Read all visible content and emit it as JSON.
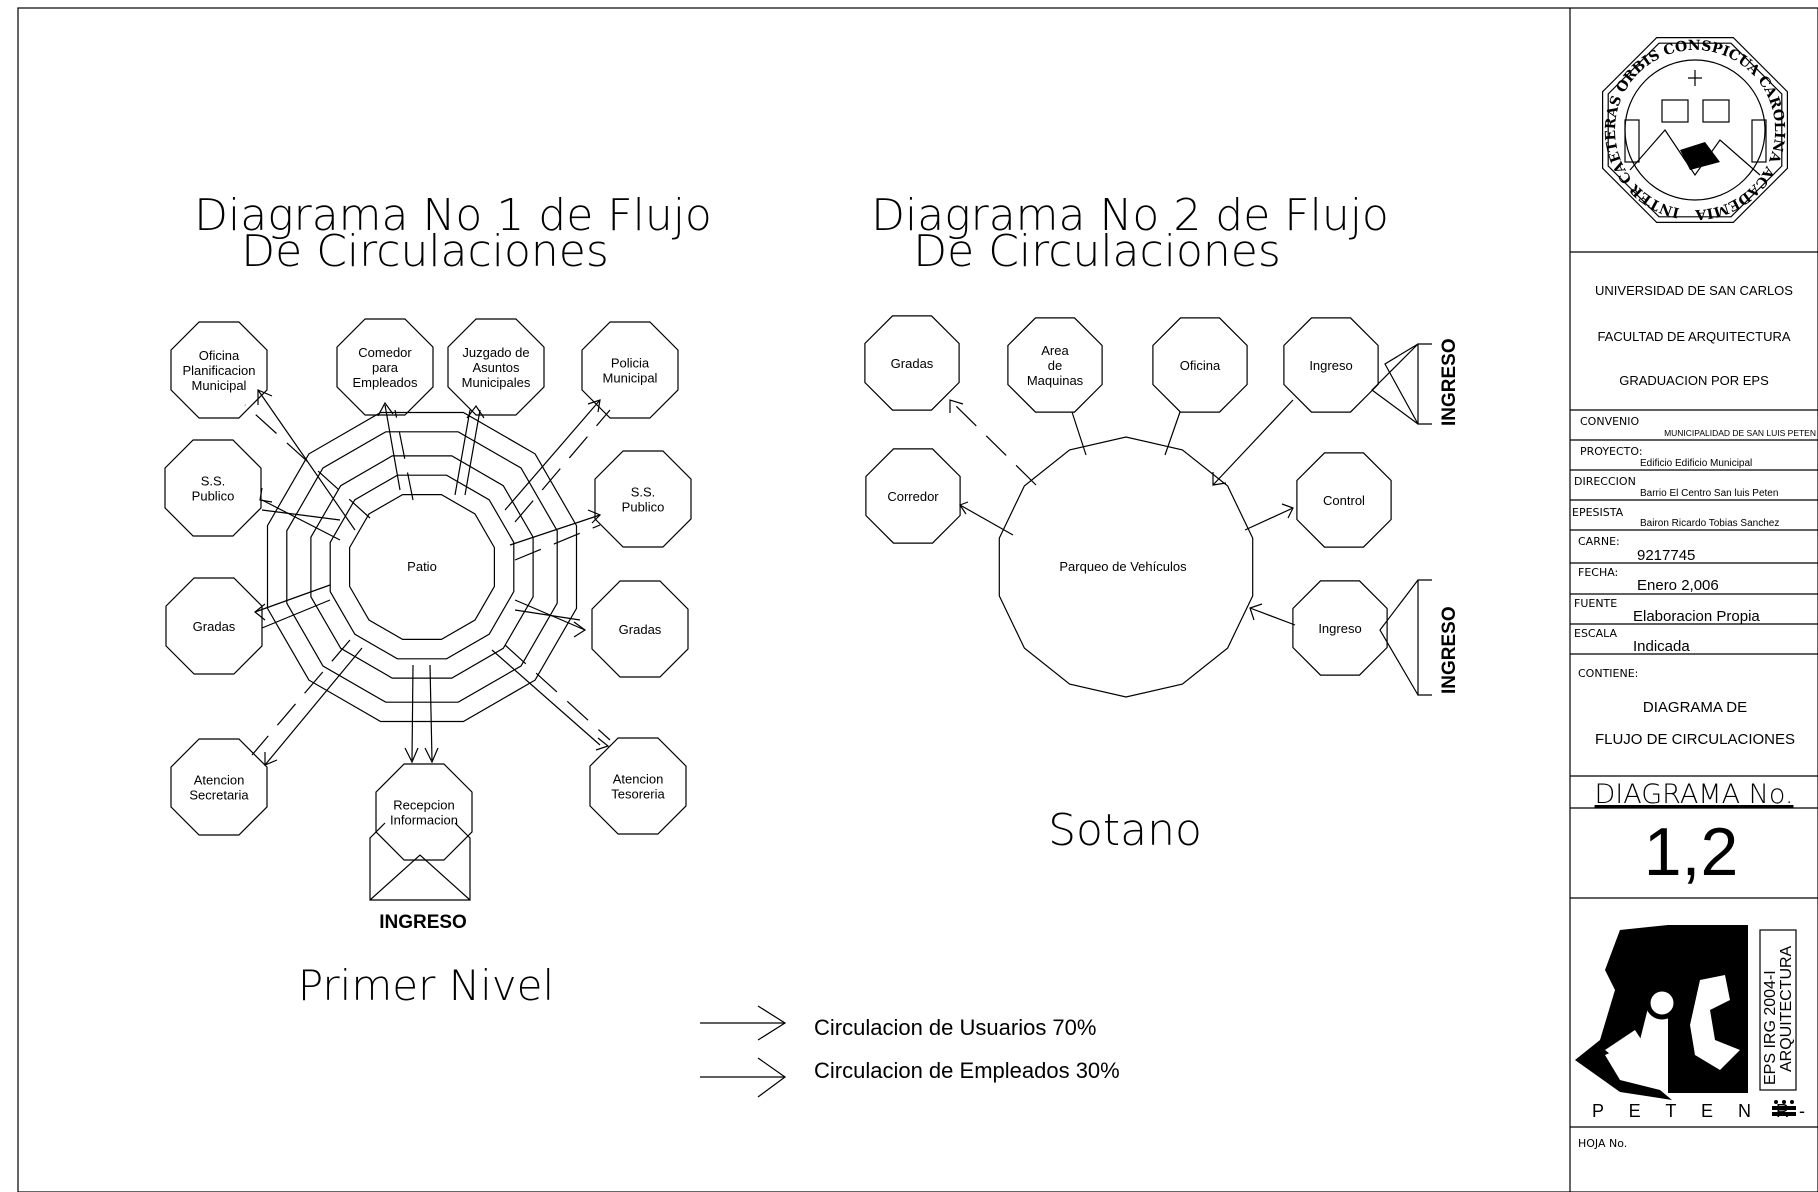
{
  "diagram1": {
    "title_line1": "Diagrama No 1 de Flujo",
    "title_line2": "De Circulaciones",
    "center": "Patio",
    "nodes": [
      {
        "id": "oficina",
        "lines": [
          "Oficina",
          "Planificacion",
          "Municipal"
        ]
      },
      {
        "id": "comedor",
        "lines": [
          "Comedor",
          "para",
          "Empleados"
        ]
      },
      {
        "id": "juzgado",
        "lines": [
          "Juzgado de",
          "Asuntos",
          "Municipales"
        ]
      },
      {
        "id": "policia",
        "lines": [
          "Policia",
          "Municipal"
        ]
      },
      {
        "id": "ss-left",
        "lines": [
          "S.S.",
          "Publico"
        ]
      },
      {
        "id": "ss-right",
        "lines": [
          "S.S.",
          "Publico"
        ]
      },
      {
        "id": "gradas-left",
        "lines": [
          "Gradas"
        ]
      },
      {
        "id": "gradas-right",
        "lines": [
          "Gradas"
        ]
      },
      {
        "id": "secretaria",
        "lines": [
          "Atencion",
          "Secretaria"
        ]
      },
      {
        "id": "recepcion",
        "lines": [
          "Recepcion",
          "Informacion"
        ]
      },
      {
        "id": "tesoreria",
        "lines": [
          "Atencion",
          "Tesoreria"
        ]
      }
    ],
    "entry": "INGRESO",
    "level": "Primer Nivel"
  },
  "diagram2": {
    "title_line1": "Diagrama No 2 de Flujo",
    "title_line2": "De Circulaciones",
    "center": "Parqueo de Vehículos",
    "nodes": [
      {
        "id": "gradas",
        "lines": [
          "Gradas"
        ]
      },
      {
        "id": "maquinas",
        "lines": [
          "Area",
          "de",
          "Maquinas"
        ]
      },
      {
        "id": "oficina",
        "lines": [
          "Oficina"
        ]
      },
      {
        "id": "ingreso-top",
        "lines": [
          "Ingreso"
        ]
      },
      {
        "id": "corredor",
        "lines": [
          "Corredor"
        ]
      },
      {
        "id": "control",
        "lines": [
          "Control"
        ]
      },
      {
        "id": "ingreso-bottom",
        "lines": [
          "Ingreso"
        ]
      }
    ],
    "entry_top": "INGRESO",
    "entry_bottom": "INGRESO",
    "level": "Sotano"
  },
  "legend": {
    "users": "Circulacion de Usuarios 70%",
    "employees": "Circulacion de Empleados 30%"
  },
  "title_block": {
    "seal_text": "INTER CAETERAS ORBIS CONSPICUA CAROLINA ACADEMIA COACTEMALENSIS",
    "university": "UNIVERSIDAD DE SAN CARLOS",
    "faculty": "FACULTAD DE ARQUITECTURA",
    "program": "GRADUACION POR EPS",
    "convenio_label": "CONVENIO",
    "convenio_value": "MUNICIPALIDAD DE SAN LUIS PETEN",
    "proyecto_label": "PROYECTO:",
    "proyecto_value": "Edificio Edificio Municipal",
    "direccion_label": "DIRECCION",
    "direccion_value": "Barrio El Centro San luis Peten",
    "epesista_label": "EPESISTA",
    "epesista_value": "Bairon Ricardo Tobias Sanchez",
    "carne_label": "CARNE:",
    "carne_value": "9217745",
    "fecha_label": "FECHA:",
    "fecha_value": "Enero 2,006",
    "fuente_label": "FUENTE",
    "fuente_value": "Elaboracion Propia",
    "escala_label": "ESCALA",
    "escala_value": "Indicada",
    "contiene_label": "CONTIENE:",
    "contiene_line1": "DIAGRAMA DE",
    "contiene_line2": "FLUJO DE CIRCULACIONES",
    "diagrama_label": "DIAGRAMA No.",
    "diagrama_value": "1,2",
    "logo_vertical_1": "EPS IRG 2004-I",
    "logo_vertical_2": "ARQUITECTURA",
    "logo_caption": "P E T E N R-",
    "hoja_label": "HOJA No."
  }
}
